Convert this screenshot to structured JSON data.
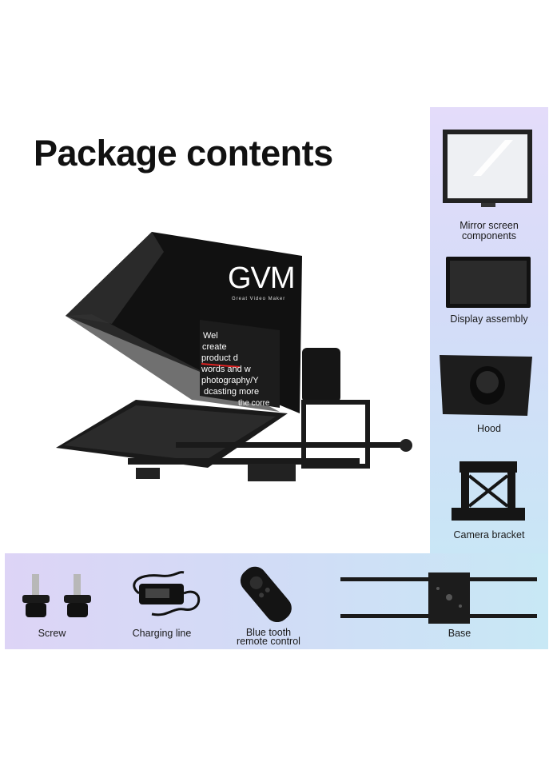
{
  "heading": "Package contents",
  "brand": {
    "logo": "GVM",
    "tagline": "Great Video Maker"
  },
  "screen_text": [
    "Wel",
    "create",
    "product d",
    "words and w",
    "photography/Y",
    "dcasting more",
    "the corre"
  ],
  "right_items": [
    {
      "label_line1": "Mirror screen",
      "label_line2": "components",
      "icon": "mirror-screen"
    },
    {
      "label": "Display assembly",
      "icon": "display"
    },
    {
      "label": "Hood",
      "icon": "hood"
    },
    {
      "label": "Camera bracket",
      "icon": "camera-bracket"
    }
  ],
  "bottom_items": [
    {
      "label": "Screw",
      "icon": "screw"
    },
    {
      "label": "Charging line",
      "icon": "charger"
    },
    {
      "label_line1": "Blue tooth",
      "label_line2": "remote control",
      "icon": "remote"
    },
    {
      "label": "Base",
      "icon": "base-rails"
    }
  ]
}
